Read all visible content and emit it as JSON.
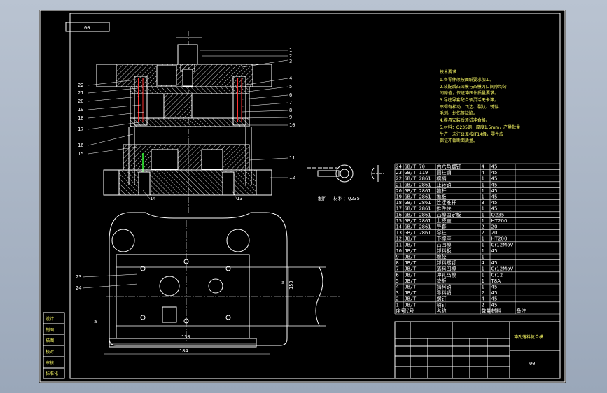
{
  "drawing": {
    "header_code": "00",
    "title_block_title": "冲孔落料复合模",
    "title_block_code": "00",
    "tech_requirements_title": "技术要求",
    "tech_requirements": [
      "1.各零件须按图纸要求加工。",
      "2.装配后凸凹模与凸模刃口间隙均匀",
      "  间隙值，保证冲压件质量要求。",
      "3.导柱导套配合须灵活无卡滞，",
      "  不得有松动、飞边、裂纹、锈蚀、",
      "  毛刺、划伤等缺陷。",
      "4.模具安装后须试冲合格。",
      "5.材料：Q235钢，厚度1.5mm，产量批量",
      "  生产，未注公差按IT14级，零件应",
      "  保证冲裁断面质量。"
    ],
    "part_label": "制件",
    "material_label": "材料：Q235",
    "dim_130": "130",
    "dim_184": "184",
    "dim_150": "150",
    "section_a": "a",
    "callouts_left": [
      "22",
      "21",
      "20",
      "19",
      "18",
      "17",
      "16",
      "15"
    ],
    "callouts_right": [
      "1",
      "2",
      "3",
      "4",
      "5",
      "6",
      "7",
      "8",
      "9",
      "10",
      "11",
      "12"
    ],
    "callout_14": "14",
    "callout_13": "13",
    "callout_23": "23",
    "callout_24": "24",
    "left_box_labels": [
      "设计",
      "制图",
      "描图",
      "校对",
      "审核",
      "标准化"
    ]
  },
  "bom": {
    "header": [
      "序号",
      "代号",
      "名称",
      "数量",
      "材料",
      "备注"
    ],
    "rows": [
      [
        "24",
        "GB/T 70",
        "内六角螺钉",
        "4",
        "45",
        ""
      ],
      [
        "23",
        "GB/T 119",
        "圆柱销",
        "4",
        "45",
        ""
      ],
      [
        "22",
        "GB/T 2861",
        "模柄",
        "1",
        "45",
        ""
      ],
      [
        "21",
        "GB/T 2861",
        "止转销",
        "1",
        "45",
        ""
      ],
      [
        "20",
        "GB/T 2861",
        "推杆",
        "1",
        "45",
        ""
      ],
      [
        "19",
        "GB/T 2861",
        "推板",
        "1",
        "45",
        ""
      ],
      [
        "18",
        "GB/T 2861",
        "连接推杆",
        "3",
        "45",
        ""
      ],
      [
        "17",
        "GB/T 2861",
        "推件块",
        "1",
        "45",
        ""
      ],
      [
        "16",
        "GB/T 2861",
        "凸模固定板",
        "1",
        "Q235",
        ""
      ],
      [
        "15",
        "GB/T 2861",
        "上模座",
        "1",
        "HT200",
        ""
      ],
      [
        "14",
        "GB/T 2861",
        "导套",
        "2",
        "20",
        ""
      ],
      [
        "13",
        "GB/T 2861",
        "导柱",
        "2",
        "20",
        ""
      ],
      [
        "12",
        "JB/T",
        "下模座",
        "1",
        "HT200",
        ""
      ],
      [
        "11",
        "JB/T",
        "凸凹模",
        "1",
        "Cr12MoV",
        ""
      ],
      [
        "10",
        "JB/T",
        "卸料板",
        "1",
        "45",
        ""
      ],
      [
        "9",
        "JB/T",
        "橡胶",
        "1",
        "",
        ""
      ],
      [
        "8",
        "JB/T",
        "卸料螺钉",
        "4",
        "45",
        ""
      ],
      [
        "7",
        "JB/T",
        "落料凹模",
        "1",
        "Cr12MoV",
        ""
      ],
      [
        "6",
        "JB/T",
        "冲孔凸模",
        "1",
        "Cr12",
        ""
      ],
      [
        "5",
        "JB/T",
        "垫板",
        "1",
        "T8A",
        ""
      ],
      [
        "4",
        "JB/T",
        "挡料销",
        "1",
        "45",
        ""
      ],
      [
        "3",
        "JB/T",
        "导料销",
        "2",
        "45",
        ""
      ],
      [
        "2",
        "JB/T",
        "螺钉",
        "4",
        "45",
        ""
      ],
      [
        "1",
        "JB/T",
        "销钉",
        "2",
        "45",
        ""
      ]
    ]
  },
  "colors": {
    "sheet": "#000000",
    "line": "#ffffff",
    "hatch": "#d8d8d8",
    "red": "#ff3030",
    "green": "#30ff30",
    "yellow": "#ffff66"
  }
}
